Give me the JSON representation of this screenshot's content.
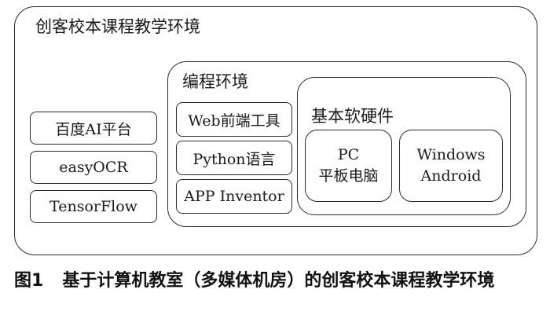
{
  "outer": {
    "title": "创客校本课程教学环境"
  },
  "ai_platforms": [
    "百度AI平台",
    "easyOCR",
    "TensorFlow"
  ],
  "programming_env": {
    "title": "编程环境",
    "tools": [
      "Web前端工具",
      "Python语言",
      "APP Inventor"
    ]
  },
  "basic_hw_sw": {
    "title": "基本软硬件",
    "devices": {
      "line1": "PC",
      "line2": "平板电脑"
    },
    "systems": {
      "line1": "Windows",
      "line2": "Android"
    }
  },
  "caption": {
    "number": "图1",
    "text": "基于计算机教室（多媒体机房）的创客校本课程教学环境"
  }
}
